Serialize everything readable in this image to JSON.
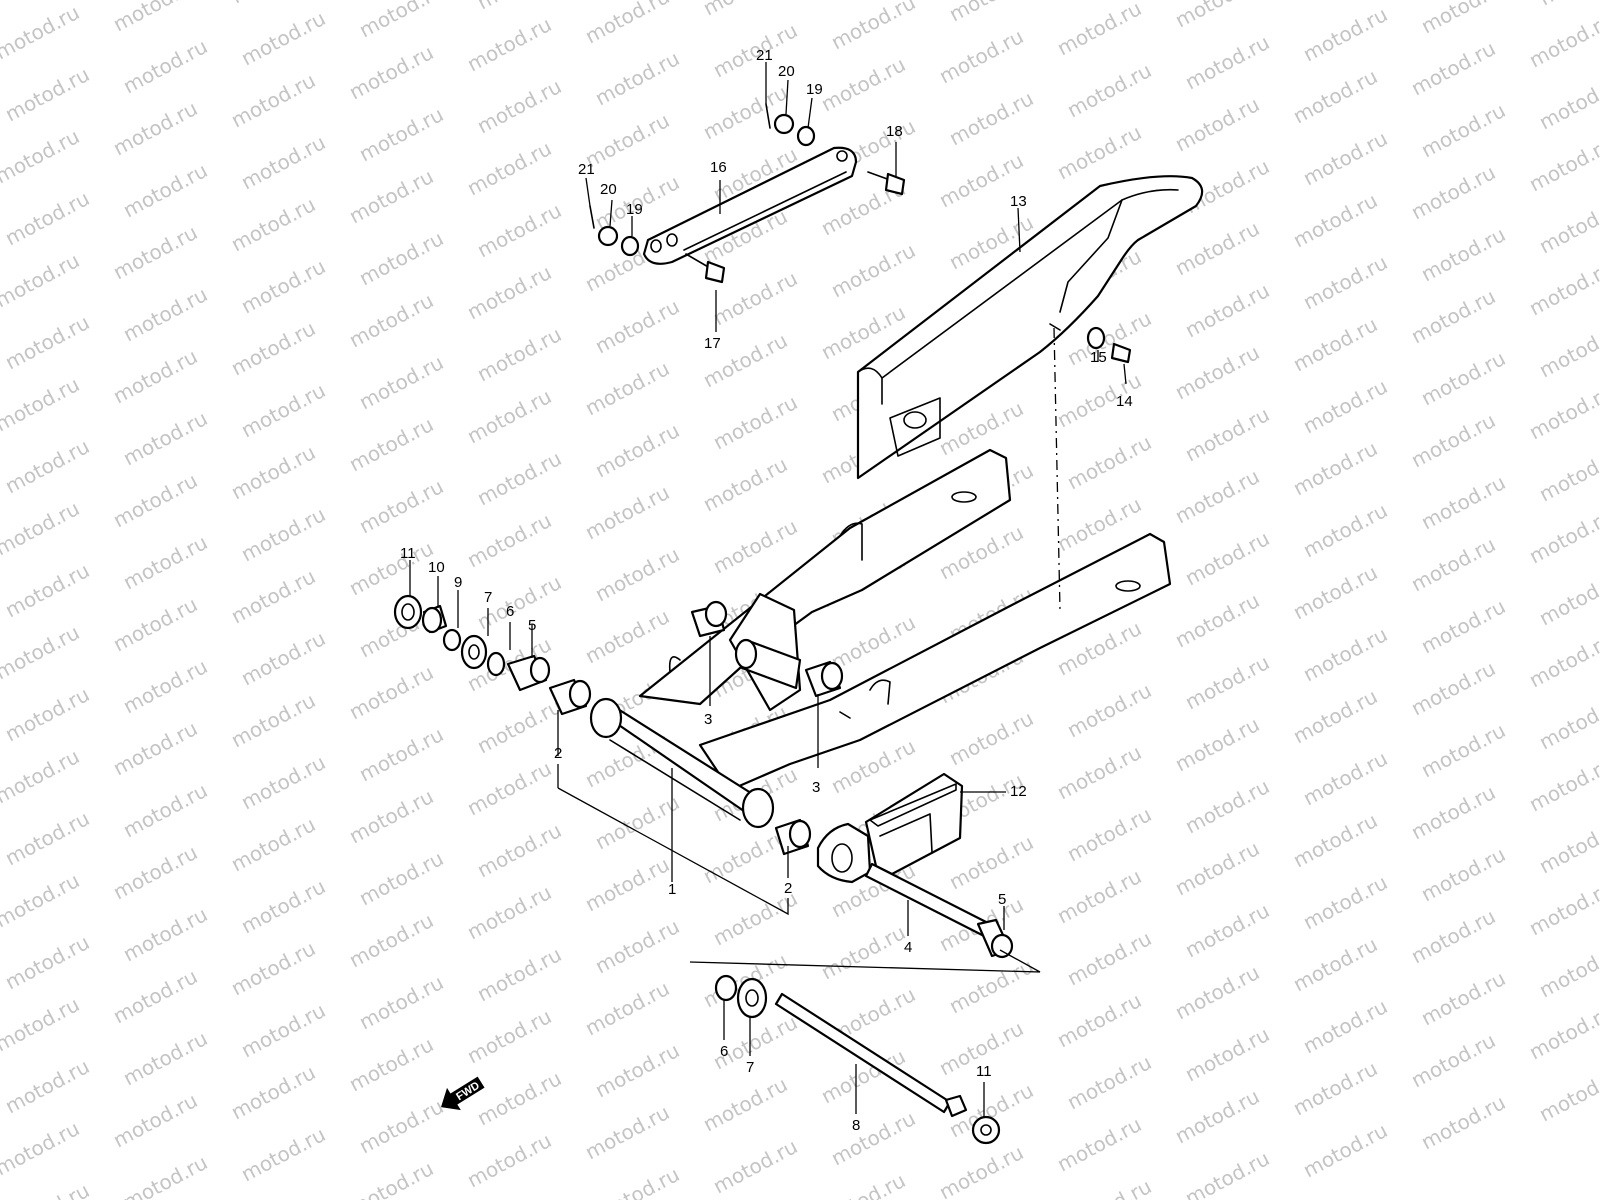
{
  "watermark": "motod.ru",
  "fwd_label": "FWD",
  "callouts": {
    "c1": "1",
    "c2a": "2",
    "c2b": "2",
    "c3a": "3",
    "c3b": "3",
    "c4": "4",
    "c5a": "5",
    "c5b": "5",
    "c6a": "6",
    "c6b": "6",
    "c7a": "7",
    "c7b": "7",
    "c8": "8",
    "c9": "9",
    "c10": "10",
    "c11a": "11",
    "c11b": "11",
    "c12": "12",
    "c13": "13",
    "c14": "14",
    "c15": "15",
    "c16": "16",
    "c17": "17",
    "c18": "18",
    "c19a": "19",
    "c19b": "19",
    "c20a": "20",
    "c20b": "20",
    "c21a": "21",
    "c21b": "21"
  }
}
